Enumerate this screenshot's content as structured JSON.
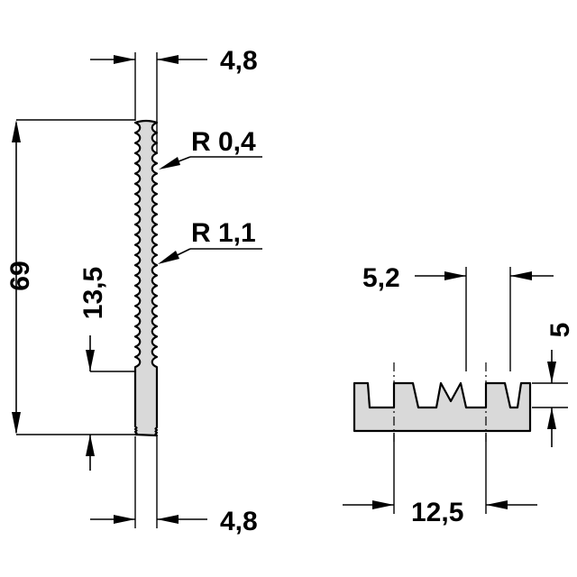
{
  "side_view": {
    "top_width_label": "4,8",
    "bottom_width_label": "4,8",
    "height_label": "69",
    "base_height_label": "13,5",
    "small_radius_label": "R 0,4",
    "large_radius_label": "R 1,1"
  },
  "end_view": {
    "fin_spacing_label": "5,2",
    "fin_height_label": "5",
    "overall_spacing_label": "12,5"
  }
}
